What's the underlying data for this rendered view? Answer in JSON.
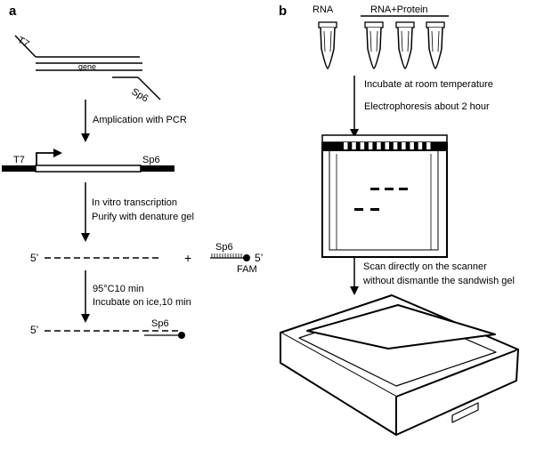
{
  "panel_a": {
    "label": "a",
    "primer_t7": "T7",
    "gene": "gene",
    "primer_sp6": "Sp6",
    "step1": "Amplication with PCR",
    "promoter_t7": "T7",
    "promoter_sp6": "Sp6",
    "step2_line1": "In vitro transcription",
    "step2_line2": "Purify with denature gel",
    "five_prime_left": "5’",
    "plus": "+",
    "probe_sp6": "Sp6",
    "probe_five_prime": "5’",
    "fam": "FAM",
    "step3_line1": "95°C10 min",
    "step3_line2": "Incubate on ice,10 min",
    "hybrid_five_prime": "5’",
    "hybrid_sp6": "Sp6"
  },
  "panel_b": {
    "label": "b",
    "rna_label": "RNA",
    "rna_protein_label": "RNA+Protein",
    "step1_line1": "Incubate at room temperature",
    "step1_line2": "Electrophoresis about 2 hour",
    "step2_line1": "Scan directly on the scanner",
    "step2_line2": "without dismantle the sandwish gel"
  },
  "colors": {
    "ink": "#000000",
    "background": "#ffffff"
  }
}
